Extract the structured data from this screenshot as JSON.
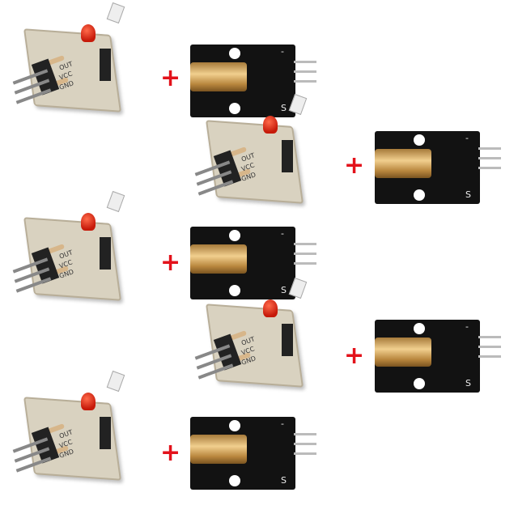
{
  "plus_sign": "+",
  "receiver_module": {
    "labels": [
      "OUT",
      "VCC",
      "GND"
    ],
    "led_color": "#d0200f",
    "board_color": "#d9d2c0"
  },
  "laser_module": {
    "signal_label": "S",
    "ground_label": "-",
    "pcb_color": "#121212",
    "lens_color": "#d9ad66"
  },
  "accent": "#e3121b"
}
